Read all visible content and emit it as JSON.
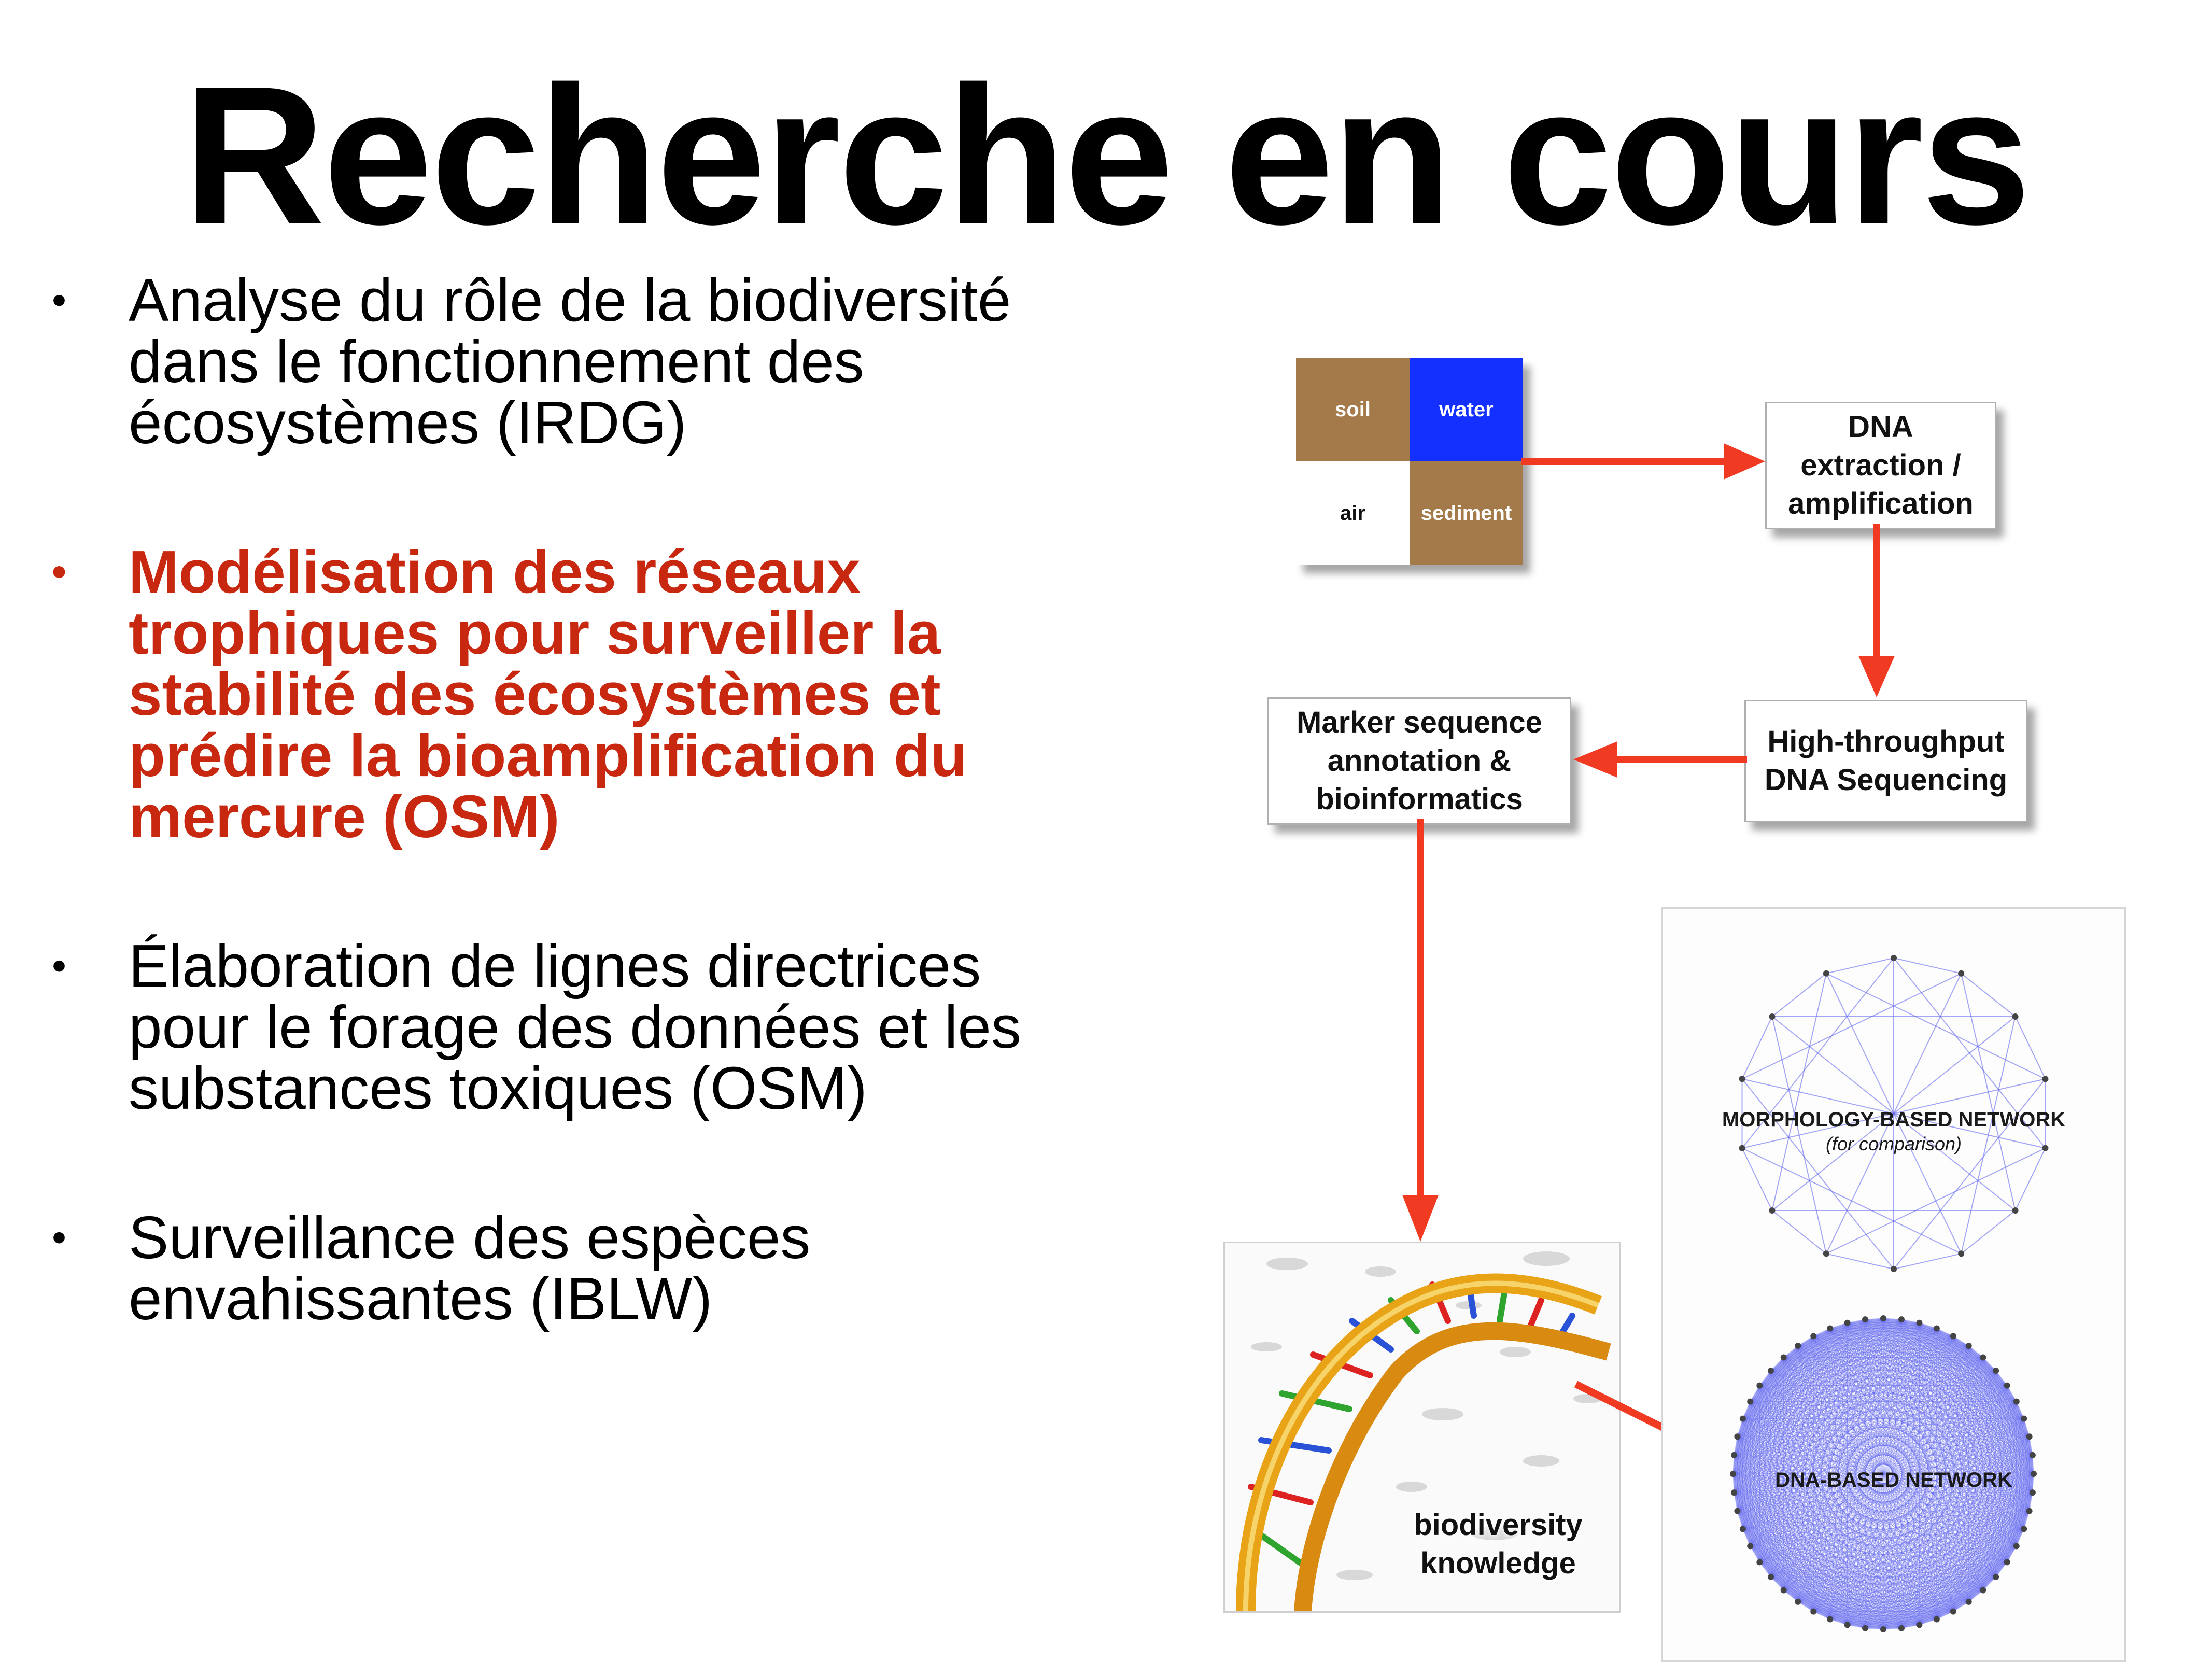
{
  "title": "Recherche en cours",
  "bullets": [
    {
      "text": "Analyse du rôle de la biodiversité dans le fonctionnement des écosystèmes (IRDG)",
      "highlight": false
    },
    {
      "text": "Modélisation des réseaux trophiques pour surveiller la stabilité des écosystèmes et prédire la bioamplification du mercure (OSM)",
      "highlight": true
    },
    {
      "text": "Élaboration de lignes directrices pour le forage des données et les substances toxiques (OSM)",
      "highlight": false
    },
    {
      "text": "Surveillance des espèces envahissantes (IBLW)",
      "highlight": false
    }
  ],
  "bullet_glyph": "•",
  "colors": {
    "highlight": "#c8280f",
    "arrow": "#f03a22",
    "soil": "#a57a4a",
    "water": "#1430ff",
    "sediment": "#a57a4a",
    "network_edge": "#5a60ee"
  },
  "diagram": {
    "samples": {
      "soil": "soil",
      "water": "water",
      "air": "air",
      "sediment": "sediment"
    },
    "dna_extraction": "DNA\nextraction /\namplification",
    "sequencing": "High-throughput\nDNA Sequencing",
    "annotation": "Marker sequence\nannotation &\nbioinformatics",
    "knowledge": "biodiversity\nknowledge",
    "morphology_network": "MORPHOLOGY-BASED NETWORK",
    "morphology_note": "(for comparison)",
    "dna_network": "DNA-BASED NETWORK"
  }
}
